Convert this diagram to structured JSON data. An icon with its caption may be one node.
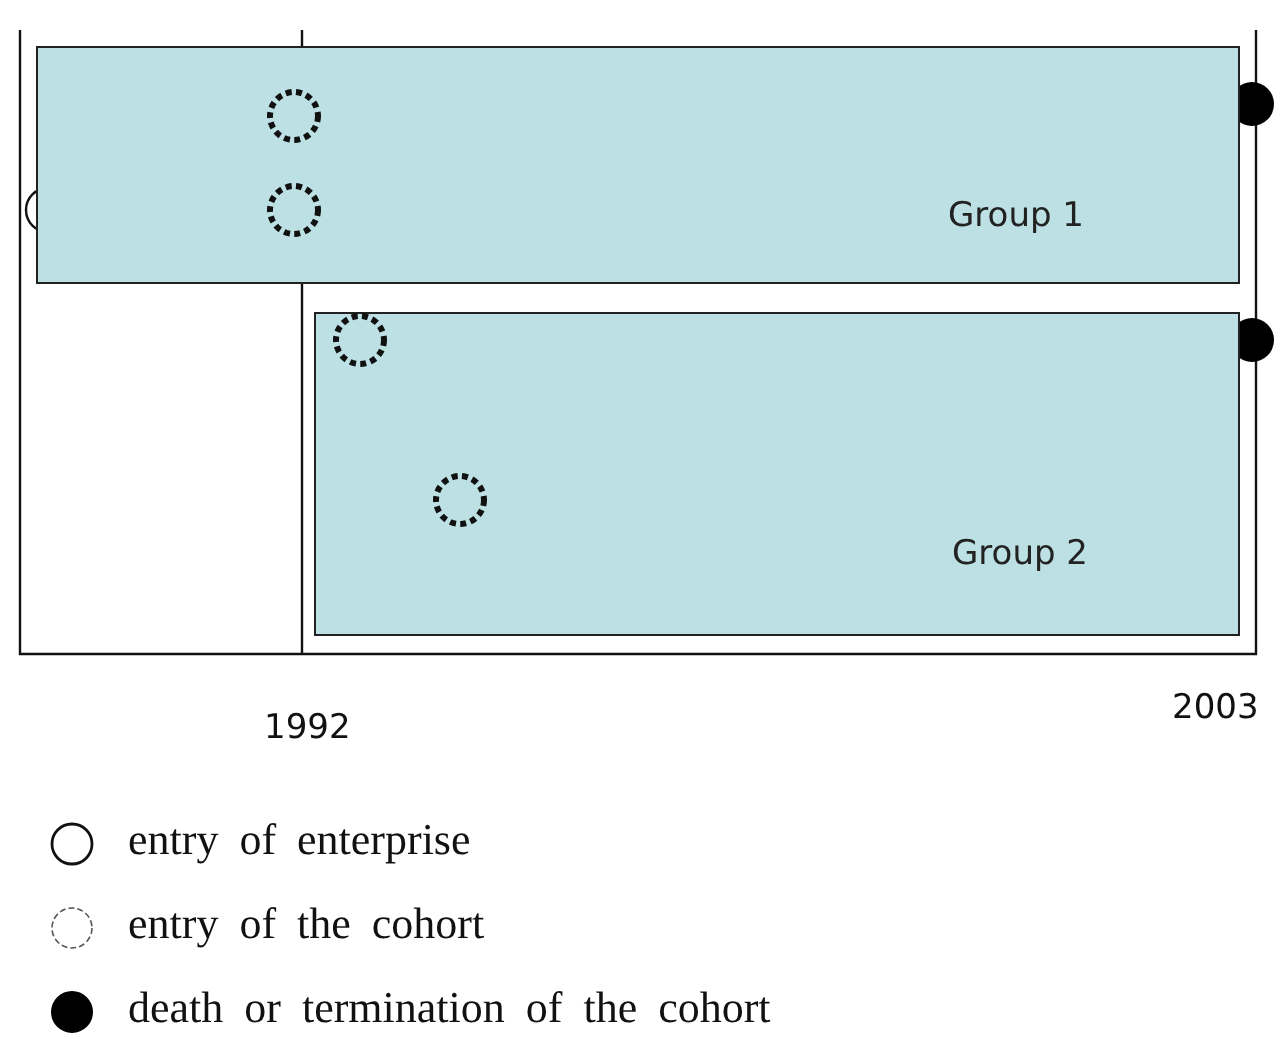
{
  "diagram": {
    "nodes": [
      {
        "text": [
          "Group 1"
        ]
      },
      {
        "text": [
          "Group 2"
        ]
      }
    ],
    "labels": [
      "1992",
      "2003"
    ],
    "legend": [
      {
        "text": "entry of enterprise"
      },
      {
        "text": "entry of the cohort"
      },
      {
        "text": "death or termination of the cohort"
      }
    ]
  }
}
